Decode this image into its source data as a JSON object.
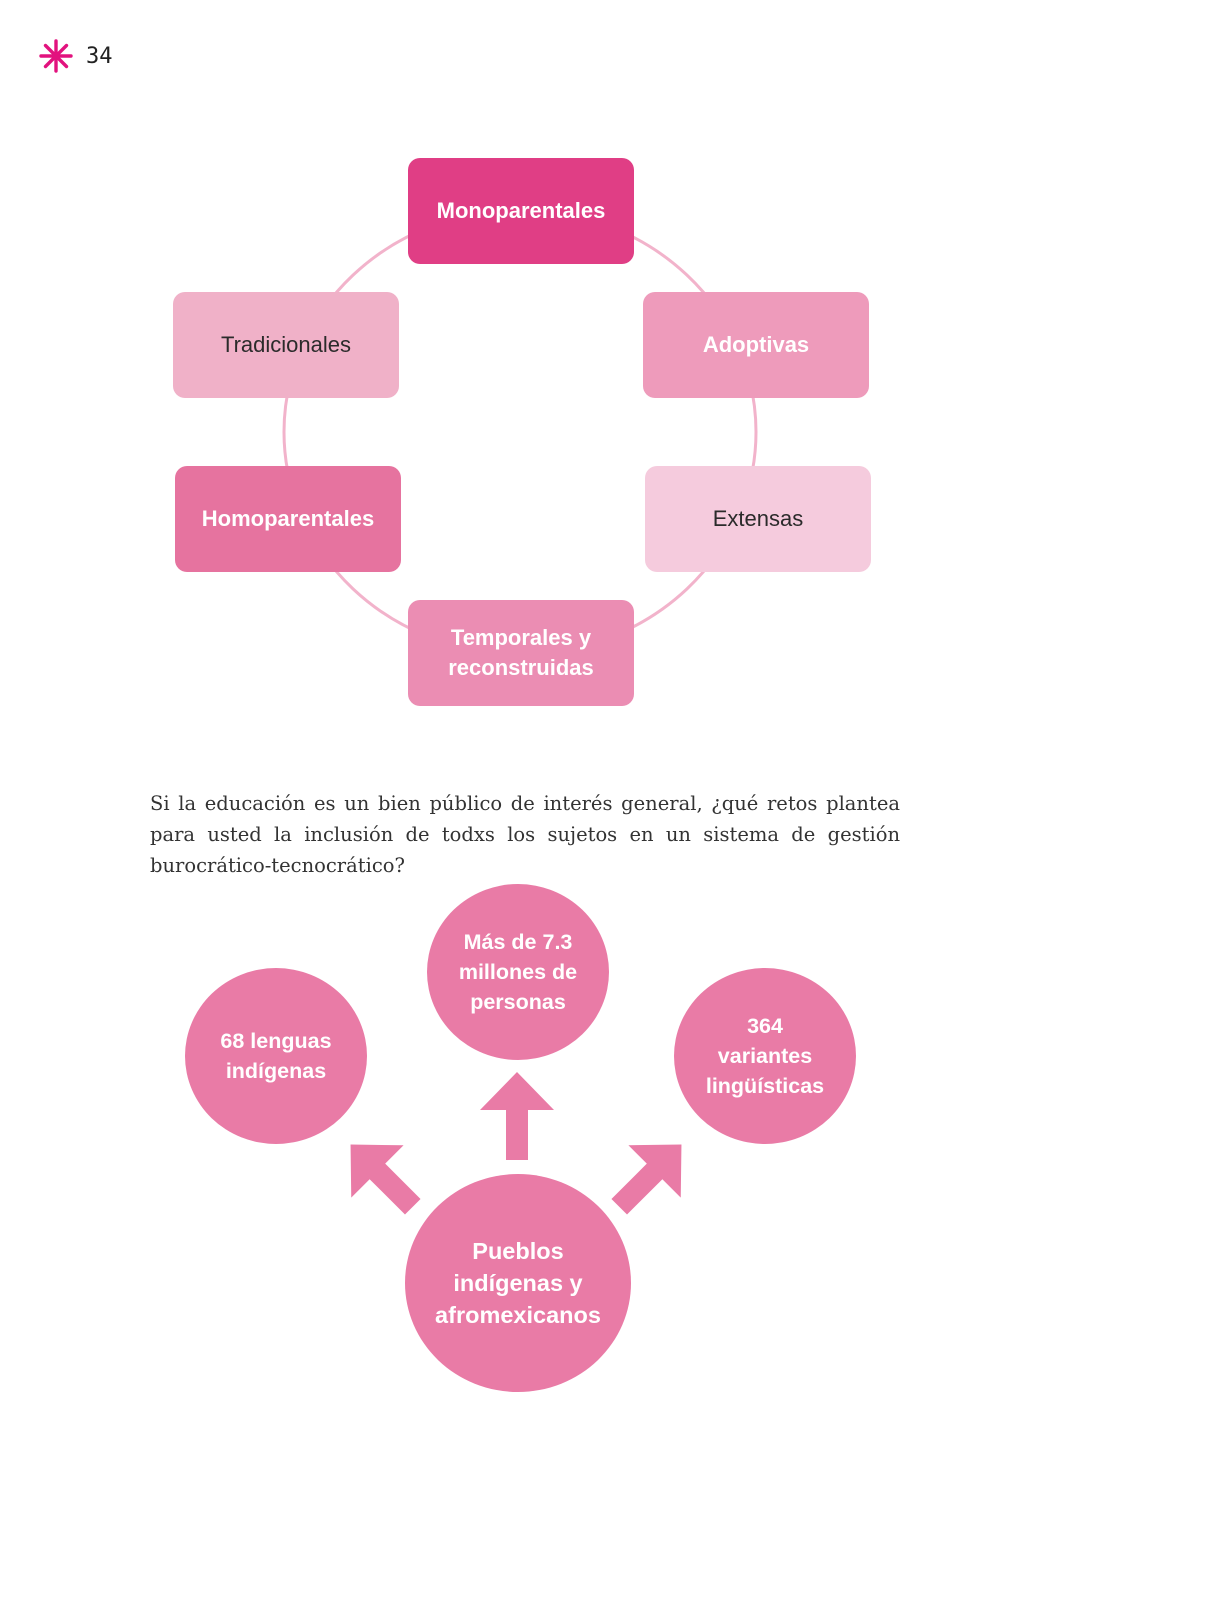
{
  "page": {
    "number": "34"
  },
  "colors": {
    "accent": "#e2127e",
    "connector": "#f2b3cb"
  },
  "cycle_diagram": {
    "nodes": [
      {
        "label": "Monoparentales",
        "color": "#e03e85",
        "text_style": "light"
      },
      {
        "label": "Adoptivas",
        "color": "#ee9bbb",
        "text_style": "light"
      },
      {
        "label": "Extensas",
        "color": "#f5cbdd",
        "text_style": "dark"
      },
      {
        "label": "Temporales y reconstruidas",
        "color": "#eb8db3",
        "text_style": "light"
      },
      {
        "label": "Homoparentales",
        "color": "#e6739f",
        "text_style": "light"
      },
      {
        "label": "Tradicionales",
        "color": "#f0b1c8",
        "text_style": "dark"
      }
    ]
  },
  "question": {
    "text": "Si la educación es un bien público de interés general, ¿qué retos plantea para usted la inclusión de todxs los sujetos en un sistema de gestión burocrático-tecnocrático?"
  },
  "radial_diagram": {
    "center": "Pueblos indígenas y afromexicanos",
    "branches": [
      "68 lenguas indígenas",
      "Más de 7.3 millones de personas",
      "364 variantes lingüísticas"
    ],
    "color": "#e97ba6"
  }
}
